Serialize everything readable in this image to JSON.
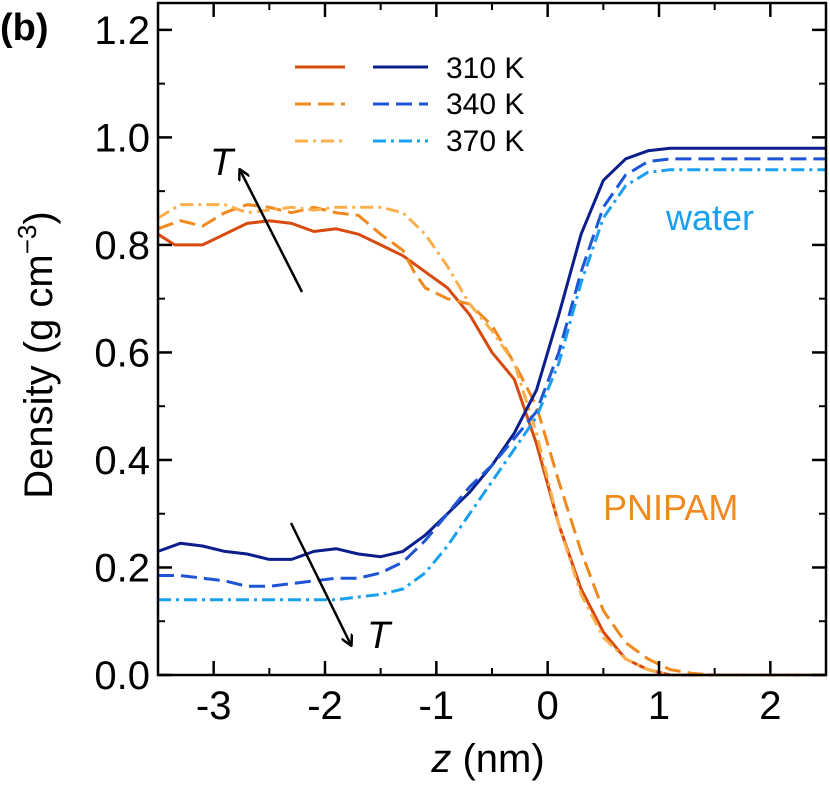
{
  "panel_label": "(b)",
  "chart_data": {
    "type": "line",
    "xlabel_var": "z",
    "xlabel_unit": " (nm)",
    "ylabel_main": "Density (g cm",
    "ylabel_sup": "−3",
    "ylabel_close": ")",
    "xlim": [
      -3.5,
      2.5
    ],
    "ylim": [
      0.0,
      1.25
    ],
    "xticks": [
      -3,
      -2,
      -1,
      0,
      1,
      2
    ],
    "xtick_labels": [
      "-3",
      "-2",
      "-1",
      "0",
      "1",
      "2"
    ],
    "yticks": [
      0.0,
      0.2,
      0.4,
      0.6,
      0.8,
      1.0,
      1.2
    ],
    "ytick_labels": [
      "0.0",
      "0.2",
      "0.4",
      "0.6",
      "0.8",
      "1.0",
      "1.2"
    ],
    "grid": false,
    "legend": {
      "placement": "top-center",
      "entries": [
        "310 K",
        "340 K",
        "370 K"
      ]
    },
    "annotations": {
      "water": "water",
      "pnipam": "PNIPAM",
      "t_up": "T",
      "t_down": "T"
    },
    "series": [
      {
        "name": "310 K",
        "component": "PNIPAM",
        "color": "#d94a0f",
        "dash": "solid",
        "x": [
          -3.5,
          -3.35,
          -3.1,
          -2.9,
          -2.7,
          -2.5,
          -2.3,
          -2.1,
          -1.9,
          -1.7,
          -1.5,
          -1.3,
          -1.1,
          -0.9,
          -0.7,
          -0.5,
          -0.3,
          -0.1,
          0.1,
          0.3,
          0.5,
          0.7,
          0.9,
          1.1,
          1.3,
          1.5,
          2.0,
          2.5
        ],
        "y": [
          0.82,
          0.8,
          0.8,
          0.82,
          0.84,
          0.845,
          0.84,
          0.825,
          0.83,
          0.82,
          0.8,
          0.78,
          0.75,
          0.72,
          0.67,
          0.6,
          0.55,
          0.43,
          0.28,
          0.16,
          0.08,
          0.03,
          0.01,
          0.0,
          0.0,
          0.0,
          0.0,
          0.0
        ]
      },
      {
        "name": "340 K",
        "component": "PNIPAM",
        "color": "#f0891e",
        "dash": "long",
        "x": [
          -3.5,
          -3.3,
          -3.1,
          -2.9,
          -2.7,
          -2.5,
          -2.3,
          -2.1,
          -1.9,
          -1.7,
          -1.5,
          -1.3,
          -1.2,
          -1.1,
          -0.9,
          -0.7,
          -0.5,
          -0.3,
          -0.1,
          0.1,
          0.3,
          0.5,
          0.7,
          0.9,
          1.1,
          1.3,
          1.5,
          2.0,
          2.5
        ],
        "y": [
          0.83,
          0.845,
          0.835,
          0.86,
          0.875,
          0.87,
          0.86,
          0.87,
          0.86,
          0.855,
          0.82,
          0.79,
          0.75,
          0.72,
          0.7,
          0.69,
          0.65,
          0.58,
          0.5,
          0.36,
          0.23,
          0.12,
          0.06,
          0.03,
          0.01,
          0.003,
          0.0,
          0.0,
          0.0
        ]
      },
      {
        "name": "370 K",
        "component": "PNIPAM",
        "color": "#fbb04d",
        "dash": "dashdot",
        "x": [
          -3.5,
          -3.3,
          -3.1,
          -2.9,
          -2.7,
          -2.5,
          -2.3,
          -2.1,
          -1.9,
          -1.7,
          -1.5,
          -1.3,
          -1.1,
          -0.9,
          -0.7,
          -0.5,
          -0.3,
          -0.1,
          0.1,
          0.3,
          0.5,
          0.7,
          0.9,
          1.1,
          1.3,
          1.5,
          2.0,
          2.5
        ],
        "y": [
          0.85,
          0.875,
          0.875,
          0.875,
          0.86,
          0.865,
          0.87,
          0.865,
          0.87,
          0.87,
          0.87,
          0.86,
          0.82,
          0.76,
          0.69,
          0.64,
          0.58,
          0.45,
          0.28,
          0.15,
          0.07,
          0.03,
          0.01,
          0.0,
          0.0,
          0.0,
          0.0,
          0.0
        ]
      },
      {
        "name": "310 K",
        "component": "water",
        "color": "#0b1f8c",
        "dash": "solid",
        "x": [
          -3.5,
          -3.3,
          -3.1,
          -2.9,
          -2.7,
          -2.5,
          -2.3,
          -2.1,
          -1.9,
          -1.7,
          -1.5,
          -1.3,
          -1.1,
          -0.9,
          -0.7,
          -0.5,
          -0.3,
          -0.1,
          0.1,
          0.3,
          0.5,
          0.7,
          0.9,
          1.1,
          1.3,
          1.5,
          2.0,
          2.5
        ],
        "y": [
          0.23,
          0.245,
          0.24,
          0.23,
          0.225,
          0.215,
          0.215,
          0.23,
          0.235,
          0.225,
          0.22,
          0.23,
          0.26,
          0.3,
          0.34,
          0.39,
          0.45,
          0.53,
          0.67,
          0.82,
          0.92,
          0.96,
          0.975,
          0.98,
          0.98,
          0.98,
          0.98,
          0.98
        ]
      },
      {
        "name": "340 K",
        "component": "water",
        "color": "#1e55d6",
        "dash": "long",
        "x": [
          -3.5,
          -3.3,
          -3.1,
          -2.9,
          -2.7,
          -2.5,
          -2.3,
          -2.1,
          -1.9,
          -1.7,
          -1.5,
          -1.3,
          -1.1,
          -0.9,
          -0.7,
          -0.5,
          -0.3,
          -0.1,
          0.1,
          0.3,
          0.5,
          0.7,
          0.9,
          1.1,
          1.3,
          1.5,
          2.0,
          2.5
        ],
        "y": [
          0.185,
          0.185,
          0.18,
          0.175,
          0.165,
          0.165,
          0.17,
          0.175,
          0.18,
          0.18,
          0.19,
          0.21,
          0.25,
          0.3,
          0.35,
          0.39,
          0.44,
          0.49,
          0.6,
          0.75,
          0.87,
          0.93,
          0.955,
          0.96,
          0.96,
          0.96,
          0.96,
          0.96
        ]
      },
      {
        "name": "370 K",
        "component": "water",
        "color": "#1aa0ee",
        "dash": "dashdot",
        "x": [
          -3.5,
          -3.3,
          -3.1,
          -2.9,
          -2.7,
          -2.5,
          -2.3,
          -2.1,
          -1.9,
          -1.7,
          -1.5,
          -1.3,
          -1.1,
          -0.9,
          -0.7,
          -0.5,
          -0.3,
          -0.1,
          0.1,
          0.3,
          0.5,
          0.7,
          0.9,
          1.1,
          1.3,
          1.5,
          2.0,
          2.5
        ],
        "y": [
          0.14,
          0.14,
          0.14,
          0.14,
          0.14,
          0.14,
          0.14,
          0.14,
          0.14,
          0.145,
          0.15,
          0.16,
          0.19,
          0.24,
          0.3,
          0.36,
          0.42,
          0.48,
          0.58,
          0.73,
          0.85,
          0.91,
          0.935,
          0.94,
          0.94,
          0.94,
          0.94,
          0.94
        ]
      }
    ]
  }
}
